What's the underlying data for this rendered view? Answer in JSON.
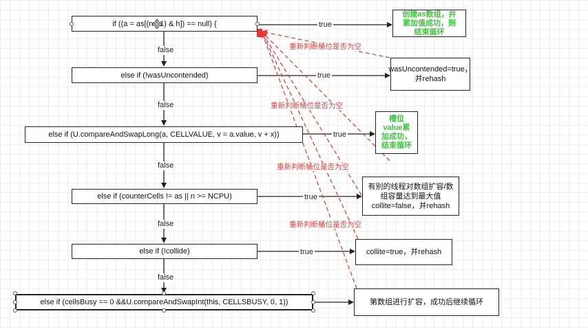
{
  "colors": {
    "line": "#222222",
    "dashed": "#e0403f",
    "green_text": "#3cc63c",
    "marker": "#ee3333"
  },
  "conditions": [
    "if ((a = as[(n - 1) & h]) == null) {",
    "else if (!wasUncontended)",
    "else if (U.compareAndSwapLong(a, CELLVALUE, v = a.value, v + x))",
    "else if (counterCells != as || n >= NCPU)",
    "else if (!collide)",
    "else if (cellsBusy == 0 &&U.compareAndSwapInt(this, CELLSBUSY, 0, 1))"
  ],
  "results": [
    "创建as数组，并累加值成功，则结束循环",
    "wasUncontended=true，并rehash",
    "槽位value累加成功，结束循环",
    "有别的线程对数组扩容/数组容量达到最大值 collite=false，并rehash",
    "collite=true，并rehash",
    "第数组进行扩容，成功后继续循环"
  ],
  "edge_labels": {
    "true": "true",
    "false": "false"
  },
  "recheck_label": "重新判断桶位是否为空",
  "icons": {
    "move": "move-cursor-icon",
    "marker": "red-square-marker-icon"
  }
}
